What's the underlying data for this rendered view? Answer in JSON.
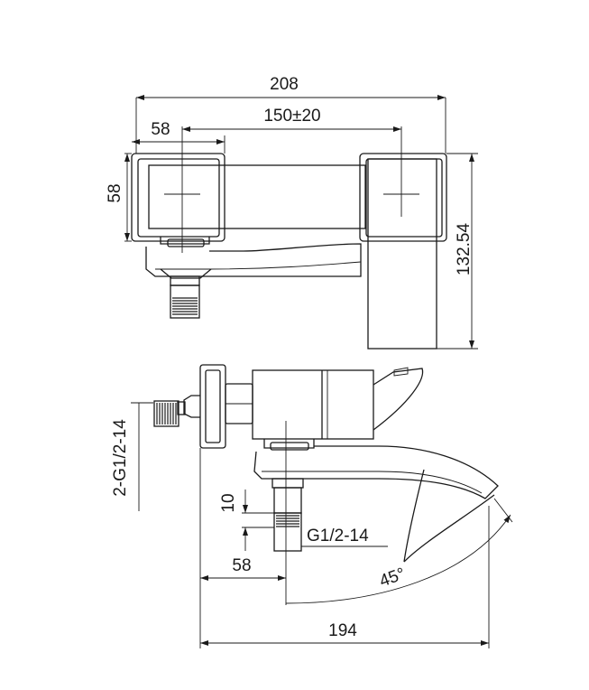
{
  "dimensions": {
    "overall_width_top": "208",
    "center_distance": "150±20",
    "body_width": "58",
    "body_height": "58",
    "total_height": "132.54",
    "inlet_thread": "2-G1/2-14",
    "outlet_height": "10",
    "outlet_thread": "G1/2-14",
    "outlet_offset": "58",
    "spout_angle": "45°",
    "overall_length": "194"
  }
}
